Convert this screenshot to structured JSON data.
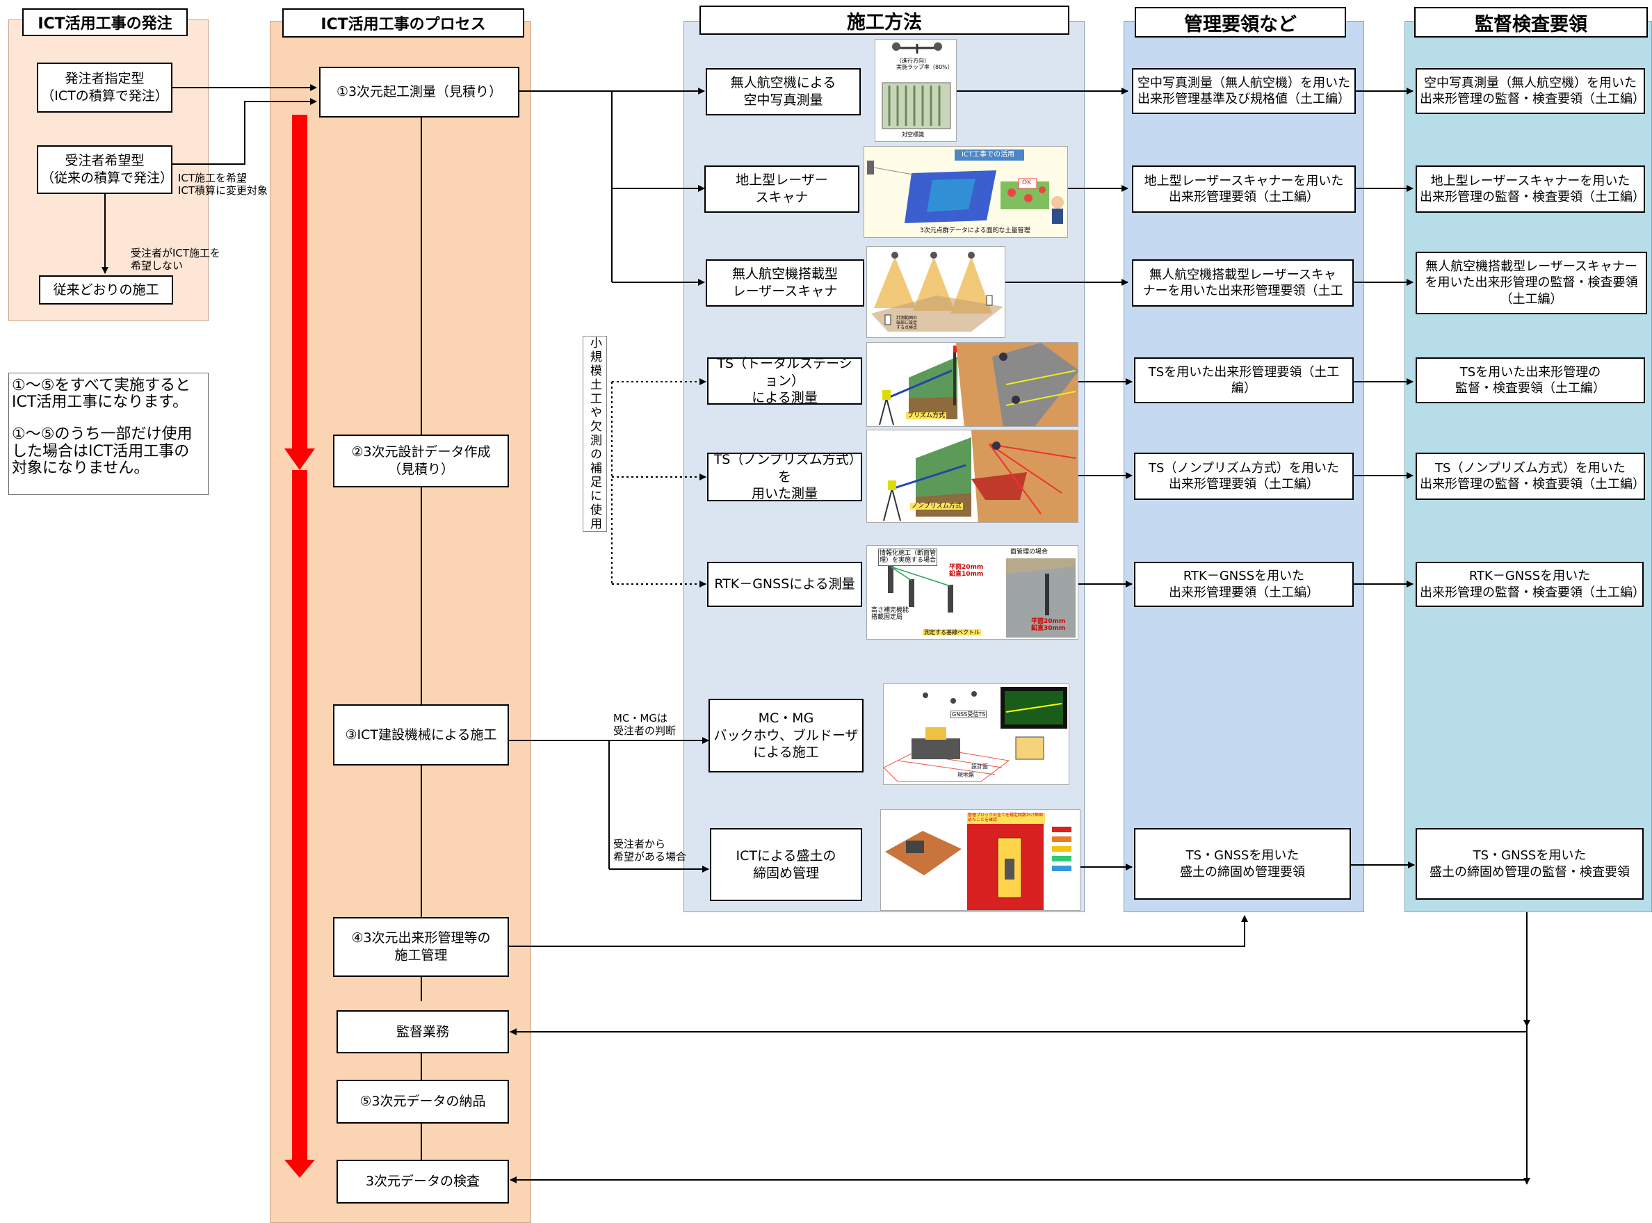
{
  "columns": {
    "ordering": "ICT活用工事の発注",
    "process": "ICT活用工事のプロセス",
    "methods": "施工方法",
    "management": "管理要領など",
    "inspection": "監督検査要領"
  },
  "ordering": {
    "designated": "発注者指定型\n（ICTの積算で発注）",
    "requested": "受注者希望型\n（従来の積算で発注）",
    "conventional": "従来どおりの施工",
    "label_hope": "ICT施工を希望\nICT積算に変更対象",
    "label_nohope": "受注者がICT施工を\n希望しない"
  },
  "note": {
    "line1": "①～⑤をすべて実施すると\nICT活用工事になります。",
    "line2": "①～⑤のうち一部だけ使用\nした場合はICT活用工事の\n対象になりません。"
  },
  "process": {
    "step1": "①3次元起工測量（見積り）",
    "step2": "②3次元設計データ作成\n（見積り）",
    "step3": "③ICT建設機械による施工",
    "step4": "④3次元出来形管理等の\n施工管理",
    "supervision": "監督業務",
    "step5": "⑤3次元データの納品",
    "inspection": "3次元データの検査"
  },
  "side_label": "小規模土工や欠測の補足に使用",
  "branch_labels": {
    "mcmg": "MC・MGは\n受注者の判断",
    "compaction": "受注者から\n希望がある場合"
  },
  "methods": {
    "uav_photo": "無人航空機による\n空中写真測量",
    "tls": "地上型レーザー\nスキャナ",
    "uav_laser": "無人航空機搭載型\nレーザースキャナ",
    "ts": "TS（トータルステーション）\nによる測量",
    "ts_np": "TS（ノンプリズム方式）を\n用いた測量",
    "rtk": "RTK－GNSSによる測量",
    "mcmg": "MC・MG\nバックホウ、ブルドーザ\nによる施工",
    "compaction": "ICTによる盛土の\n締固め管理"
  },
  "management": {
    "uav_photo": "空中写真測量（無人航空機）を用いた\n出来形管理基準及び規格値（土工編）",
    "tls": "地上型レーザースキャナーを用いた\n出来形管理要領（土工編）",
    "uav_laser": "無人航空機搭載型レーザースキャ\nナーを用いた出来形管理要領（土工",
    "ts": "TSを用いた出来形管理要領（土工\n編）",
    "ts_np": "TS（ノンプリズム方式）を用いた\n出来形管理要領（土工編）",
    "rtk": "RTK－GNSSを用いた\n出来形管理要領（土工編）",
    "compaction": "TS・GNSSを用いた\n盛土の締固め管理要領"
  },
  "inspection": {
    "uav_photo": "空中写真測量（無人航空機）を用いた\n出来形管理の監督・検査要領（土工編）",
    "tls": "地上型レーザースキャナーを用いた\n出来形管理の監督・検査要領（土工編）",
    "uav_laser": "無人航空機搭載型レーザースキャナー\nを用いた出来形管理の監督・検査要領\n（土工編）",
    "ts": "TSを用いた出来形管理の\n監督・検査要領（土工編）",
    "ts_np": "TS（ノンプリズム方式）を用いた\n出来形管理の監督・検査要領（土工編）",
    "rtk": "RTK－GNSSを用いた\n出来形管理の監督・検査要領（土工編）",
    "compaction": "TS・GNSSを用いた\n盛土の締固め管理の監督・検査要領"
  },
  "images": {
    "uav_photo": {
      "t1": "（進行方向）\n実施ラップ率（80%）",
      "t2": "対空標識"
    },
    "tls": {
      "t1": "ICT工事での活用",
      "t2": "OK",
      "t3": "3次元点群データによる面的な土量管理"
    },
    "uav_laser": {
      "t1": "計測範囲の\n端部に設定\nする点検点"
    },
    "ts": {
      "t1": "プリズム方式"
    },
    "ts_np": {
      "t1": "ノンプリズム方式"
    },
    "rtk": {
      "t1": "情報化施工（断面管\n理）を実施する場合",
      "t2": "面管理の場合",
      "t3": "平面20mm\n鉛直10mm",
      "t4": "平面20mm\n鉛直30mm",
      "t5": "高さ補完機能\n搭載固定局",
      "t6": "測定する基線ベクトル"
    },
    "mcmg": {
      "t1": "GNSS受信TS",
      "t2": "設計面",
      "t3": "現地盤"
    },
    "compaction": {
      "t1": "管理ブロックの全てを規定回数だけ締固めたことを確認"
    }
  },
  "colors": {
    "ordering_bg": "#fde6d6",
    "process_bg": "#fbd4b4",
    "methods_bg": "#dbe5f1",
    "management_bg": "#c5d9f1",
    "inspection_bg": "#b7dde8",
    "arrow_red": "#ff0000"
  }
}
